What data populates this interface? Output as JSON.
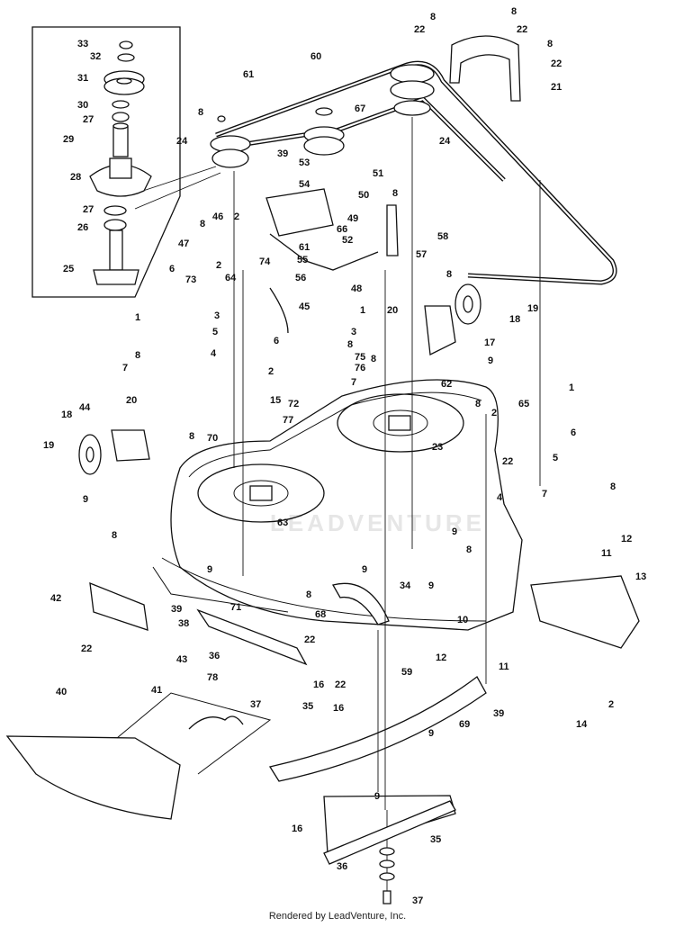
{
  "footer": {
    "credit": "Rendered by LeadVenture, Inc."
  },
  "watermark": "LEADVENTURE",
  "callouts": [
    {
      "id": "c1",
      "label": "33"
    },
    {
      "id": "c2",
      "label": "32"
    },
    {
      "id": "c3",
      "label": "31"
    },
    {
      "id": "c4",
      "label": "30"
    },
    {
      "id": "c5",
      "label": "27"
    },
    {
      "id": "c6",
      "label": "29"
    },
    {
      "id": "c7",
      "label": "28"
    },
    {
      "id": "c8",
      "label": "27"
    },
    {
      "id": "c9",
      "label": "26"
    },
    {
      "id": "c10",
      "label": "25"
    },
    {
      "id": "c11",
      "label": "61"
    },
    {
      "id": "c12",
      "label": "60"
    },
    {
      "id": "c13",
      "label": "8"
    },
    {
      "id": "c14",
      "label": "8"
    },
    {
      "id": "c15",
      "label": "22"
    },
    {
      "id": "c16",
      "label": "22"
    },
    {
      "id": "c17",
      "label": "8"
    },
    {
      "id": "c18",
      "label": "22"
    },
    {
      "id": "c19",
      "label": "21"
    },
    {
      "id": "c20",
      "label": "8"
    },
    {
      "id": "c21",
      "label": "67"
    },
    {
      "id": "c22",
      "label": "24"
    },
    {
      "id": "c23",
      "label": "24"
    },
    {
      "id": "c24",
      "label": "39"
    },
    {
      "id": "c25",
      "label": "53"
    },
    {
      "id": "c26",
      "label": "51"
    },
    {
      "id": "c27",
      "label": "54"
    },
    {
      "id": "c28",
      "label": "50"
    },
    {
      "id": "c29",
      "label": "8"
    },
    {
      "id": "c30",
      "label": "46"
    },
    {
      "id": "c31",
      "label": "2"
    },
    {
      "id": "c32",
      "label": "49"
    },
    {
      "id": "c33",
      "label": "66"
    },
    {
      "id": "c34",
      "label": "61"
    },
    {
      "id": "c35",
      "label": "58"
    },
    {
      "id": "c36",
      "label": "8"
    },
    {
      "id": "c37",
      "label": "47"
    },
    {
      "id": "c38",
      "label": "52"
    },
    {
      "id": "c39",
      "label": "74"
    },
    {
      "id": "c40",
      "label": "55"
    },
    {
      "id": "c41",
      "label": "57"
    },
    {
      "id": "c42",
      "label": "6"
    },
    {
      "id": "c43",
      "label": "2"
    },
    {
      "id": "c44",
      "label": "73"
    },
    {
      "id": "c45",
      "label": "64"
    },
    {
      "id": "c46",
      "label": "56"
    },
    {
      "id": "c47",
      "label": "48"
    },
    {
      "id": "c48",
      "label": "8"
    },
    {
      "id": "c49",
      "label": "19"
    },
    {
      "id": "c50",
      "label": "3"
    },
    {
      "id": "c51",
      "label": "1"
    },
    {
      "id": "c52",
      "label": "45"
    },
    {
      "id": "c53",
      "label": "18"
    },
    {
      "id": "c54",
      "label": "20"
    },
    {
      "id": "c55",
      "label": "5"
    },
    {
      "id": "c56",
      "label": "1"
    },
    {
      "id": "c57",
      "label": "6"
    },
    {
      "id": "c58",
      "label": "3"
    },
    {
      "id": "c59",
      "label": "17"
    },
    {
      "id": "c60",
      "label": "8"
    },
    {
      "id": "c61",
      "label": "4"
    },
    {
      "id": "c62",
      "label": "8"
    },
    {
      "id": "c63",
      "label": "75"
    },
    {
      "id": "c64",
      "label": "8"
    },
    {
      "id": "c65",
      "label": "9"
    },
    {
      "id": "c66",
      "label": "76"
    },
    {
      "id": "c67",
      "label": "7"
    },
    {
      "id": "c68",
      "label": "2"
    },
    {
      "id": "c69",
      "label": "7"
    },
    {
      "id": "c70",
      "label": "15"
    },
    {
      "id": "c71",
      "label": "72"
    },
    {
      "id": "c72",
      "label": "62"
    },
    {
      "id": "c73",
      "label": "77"
    },
    {
      "id": "c74",
      "label": "20"
    },
    {
      "id": "c75",
      "label": "1"
    },
    {
      "id": "c76",
      "label": "44"
    },
    {
      "id": "c77",
      "label": "8"
    },
    {
      "id": "c78",
      "label": "2"
    },
    {
      "id": "c79",
      "label": "65"
    },
    {
      "id": "c80",
      "label": "18"
    },
    {
      "id": "c81",
      "label": "8"
    },
    {
      "id": "c82",
      "label": "6"
    },
    {
      "id": "c83",
      "label": "70"
    },
    {
      "id": "c84",
      "label": "19"
    },
    {
      "id": "c85",
      "label": "23"
    },
    {
      "id": "c86",
      "label": "22"
    },
    {
      "id": "c87",
      "label": "5"
    },
    {
      "id": "c88",
      "label": "9"
    },
    {
      "id": "c89",
      "label": "4"
    },
    {
      "id": "c90",
      "label": "8"
    },
    {
      "id": "c91",
      "label": "7"
    },
    {
      "id": "c92",
      "label": "63"
    },
    {
      "id": "c93",
      "label": "9"
    },
    {
      "id": "c94",
      "label": "12"
    },
    {
      "id": "c95",
      "label": "8"
    },
    {
      "id": "c96",
      "label": "11"
    },
    {
      "id": "c97",
      "label": "9"
    },
    {
      "id": "c98",
      "label": "8"
    },
    {
      "id": "c99",
      "label": "9"
    },
    {
      "id": "c100",
      "label": "71"
    },
    {
      "id": "c101",
      "label": "34"
    },
    {
      "id": "c102",
      "label": "9"
    },
    {
      "id": "c103",
      "label": "13"
    },
    {
      "id": "c104",
      "label": "42"
    },
    {
      "id": "c105",
      "label": "39"
    },
    {
      "id": "c106",
      "label": "68"
    },
    {
      "id": "c107",
      "label": "8"
    },
    {
      "id": "c108",
      "label": "38"
    },
    {
      "id": "c109",
      "label": "10"
    },
    {
      "id": "c110",
      "label": "22"
    },
    {
      "id": "c111",
      "label": "43"
    },
    {
      "id": "c112",
      "label": "12"
    },
    {
      "id": "c113",
      "label": "11"
    },
    {
      "id": "c114",
      "label": "22"
    },
    {
      "id": "c115",
      "label": "36"
    },
    {
      "id": "c116",
      "label": "78"
    },
    {
      "id": "c117",
      "label": "16"
    },
    {
      "id": "c118",
      "label": "22"
    },
    {
      "id": "c119",
      "label": "59"
    },
    {
      "id": "c120",
      "label": "37"
    },
    {
      "id": "c121",
      "label": "35"
    },
    {
      "id": "c122",
      "label": "16"
    },
    {
      "id": "c123",
      "label": "2"
    },
    {
      "id": "c124",
      "label": "40"
    },
    {
      "id": "c125",
      "label": "41"
    },
    {
      "id": "c126",
      "label": "39"
    },
    {
      "id": "c127",
      "label": "69"
    },
    {
      "id": "c128",
      "label": "14"
    },
    {
      "id": "c129",
      "label": "9"
    },
    {
      "id": "c130",
      "label": "9"
    },
    {
      "id": "c131",
      "label": "16"
    },
    {
      "id": "c132",
      "label": "35"
    },
    {
      "id": "c133",
      "label": "36"
    },
    {
      "id": "c134",
      "label": "37"
    }
  ]
}
